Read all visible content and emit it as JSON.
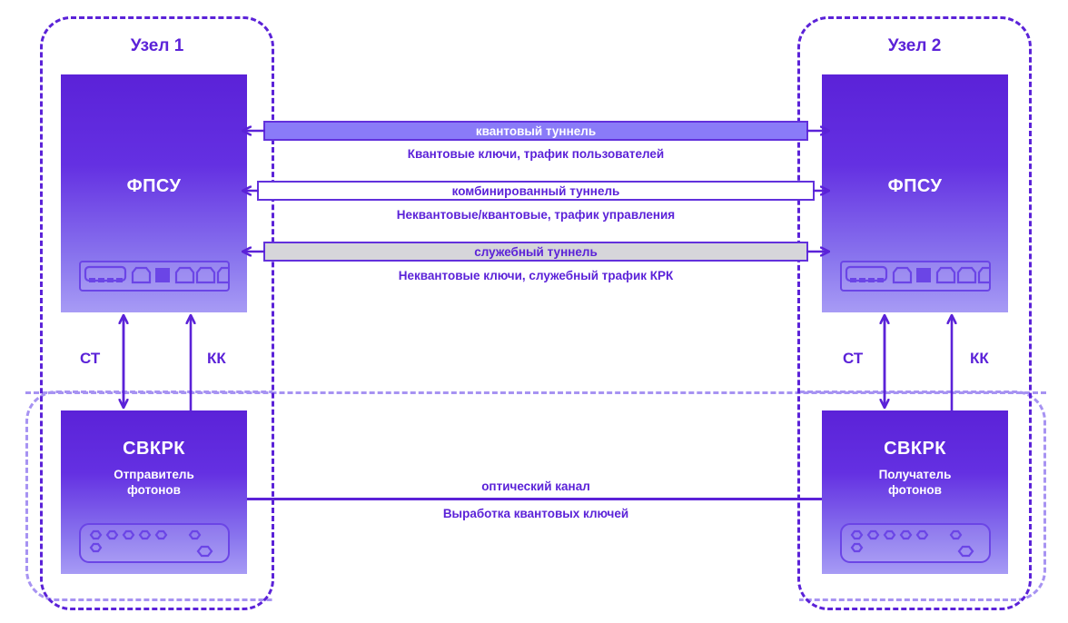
{
  "diagram": {
    "title_left": "Узел 1",
    "title_right": "Узел 2",
    "accent": "#5B22D8",
    "quantum_boundary_color": "#A793F2",
    "tunnel_quantum_fill": "#8A7BF8",
    "tunnel_combined_fill": "#FFFFFF",
    "tunnel_service_fill": "#D6D6DA"
  },
  "devices": {
    "fpsu_left": {
      "title": "ФПСУ"
    },
    "fpsu_right": {
      "title": "ФПСУ"
    },
    "svkrk_left": {
      "title": "СВКРК",
      "subtitle": "Отправитель\nфотонов",
      "sub_line1": "Отправитель",
      "sub_line2": "фотонов"
    },
    "svkrk_right": {
      "title": "СВКРК",
      "subtitle": "Получатель\nфотонов",
      "sub_line1": "Получатель",
      "sub_line2": "фотонов"
    }
  },
  "tunnels": [
    {
      "id": "quantum",
      "label": "квантовый туннель",
      "description": "Квантовые ключи, трафик пользователей",
      "fill": "#8A7BF8",
      "label_color": "#FFFFFF"
    },
    {
      "id": "combined",
      "label": "комбинированный туннель",
      "description": "Неквантовые/квантовые, трафик управления",
      "fill": "#FFFFFF",
      "label_color": "#5B22D8"
    },
    {
      "id": "service",
      "label": "служебный туннель",
      "description": "Неквантовые ключи, служебный трафик КРК",
      "fill": "#D6D6DA",
      "label_color": "#5B22D8"
    }
  ],
  "optical": {
    "label": "оптический канал",
    "description": "Выработка квантовых ключей"
  },
  "links": {
    "left_st": "СТ",
    "left_kk": "КК",
    "right_st": "СТ",
    "right_kk": "КК"
  }
}
